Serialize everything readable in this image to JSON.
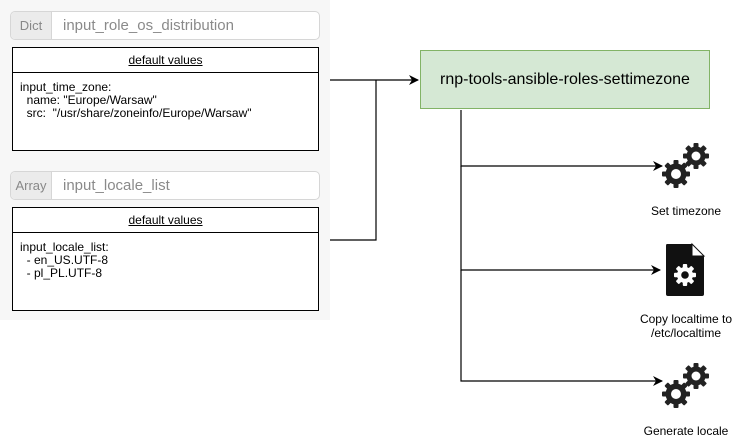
{
  "variables": [
    {
      "type": "Dict",
      "name": "input_role_os_distribution",
      "header": "default values",
      "body": "input_time_zone:\n  name: \"Europe/Warsaw\"\n  src:  \"/usr/share/zoneinfo/Europe/Warsaw\""
    },
    {
      "type": "Array",
      "name": "input_locale_list",
      "header": "default values",
      "body": "input_locale_list:\n  - en_US.UTF-8\n  - pl_PL.UTF-8"
    }
  ],
  "role": {
    "title": "rnp-tools-ansible-roles-settimezone"
  },
  "steps": [
    {
      "icon": "gears-icon",
      "label": "Set timezone"
    },
    {
      "icon": "config-file-icon",
      "label": "Copy localtime to\n/etc/localtime"
    },
    {
      "icon": "gears-icon",
      "label": "Generate locale"
    }
  ],
  "colors": {
    "role_fill": "#d5e8d4",
    "role_border": "#82b366",
    "panel_bg": "#f7f7f7"
  }
}
